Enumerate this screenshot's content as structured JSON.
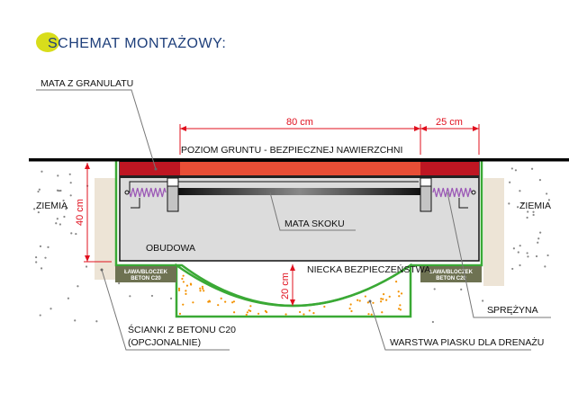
{
  "title": "SCHEMAT MONTAŻOWY:",
  "labels": {
    "mata_granulat": "MATA Z GRANULATU",
    "poziom": "POZIOM GRUNTU - BEZPIECZNEJ NAWIERZCHNI",
    "ziemia_left": "ZIEMIA",
    "ziemia_right": "ZIEMIA",
    "mata_skoku": "MATA SKOKU",
    "obudowa": "OBUDOWA",
    "niecka": "NIECKA BEZPIECZEŃSTWA",
    "lawa_left_1": "ŁAWA/BLOCZEK",
    "lawa_left_2": "BETON C20",
    "lawa_right_1": "ŁAWA/BLOCZEK",
    "lawa_right_2": "BETON C20",
    "sprezyna": "SPRĘŻYNA",
    "scianki_1": "ŚCIANKI Z BETONU C20",
    "scianki_2": "(OPCJONALNIE)",
    "warstwa": "WARSTWA PIASKU DLA DRENAŻU"
  },
  "dimensions": {
    "width_mat": "80 cm",
    "width_edge": "25 cm",
    "depth_housing": "40 cm",
    "depth_basin": "20 cm"
  },
  "colors": {
    "dimension": "#e0101e",
    "mat_edge": "#be1622",
    "mat_center": "#e84e36",
    "housing": "#dcdcdc",
    "outline": "#3aa935",
    "block": "#6e7252",
    "wall": "#ede4d6",
    "sand": "#f39200",
    "spring": "#9b59b6",
    "highlight": "#d8dd1b"
  }
}
